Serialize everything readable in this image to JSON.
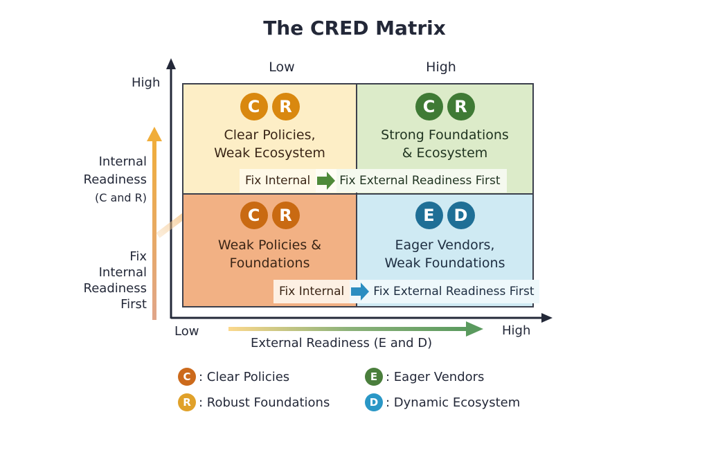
{
  "title": "The CRED Matrix",
  "columns": {
    "low": "Low",
    "high": "High"
  },
  "y_axis": {
    "high": "High",
    "label_line1": "Internal",
    "label_line2": "Readiness",
    "label_line3": "(C and R)",
    "fix_line1": "Fix",
    "fix_line2": "Internal",
    "fix_line3": "Readiness",
    "fix_line4": "First"
  },
  "x_axis": {
    "low": "Low",
    "high": "High",
    "label": "External Readiness (E and D)"
  },
  "quadrants": {
    "top_left": {
      "badges": [
        "C",
        "R"
      ],
      "line1": "Clear Policies,",
      "line2": "Weak Ecosystem",
      "color": "#d9880f"
    },
    "top_right": {
      "badges": [
        "C",
        "R"
      ],
      "line1": "Strong Foundations",
      "line2": "& Ecosystem",
      "color": "#3f7a35"
    },
    "bottom_left": {
      "badges": [
        "C",
        "R"
      ],
      "line1": "Weak Policies &",
      "line2": "Foundations",
      "color": "#c96a12"
    },
    "bottom_right": {
      "badges": [
        "E",
        "D"
      ],
      "line1": "Eager Vendors,",
      "line2": "Weak Foundations",
      "color": "#1f6f96"
    }
  },
  "fix_bars": {
    "top": {
      "left": "Fix Internal",
      "right": "Fix External Readiness First",
      "arrow_color": "#4f8a3a"
    },
    "bottom": {
      "left": "Fix Internal",
      "right": "Fix External Readiness First",
      "arrow_color": "#2b8dc1"
    }
  },
  "legend": [
    {
      "letter": "C",
      "text": ": Clear Policies",
      "color": "#cc6a1c"
    },
    {
      "letter": "R",
      "text": ": Robust Foundations",
      "color": "#e0a12a"
    },
    {
      "letter": "E",
      "text": ": Eager Vendors",
      "color": "#4a7e3c"
    },
    {
      "letter": "D",
      "text": ": Dynamic Ecosystem",
      "color": "#2a97c6"
    }
  ]
}
